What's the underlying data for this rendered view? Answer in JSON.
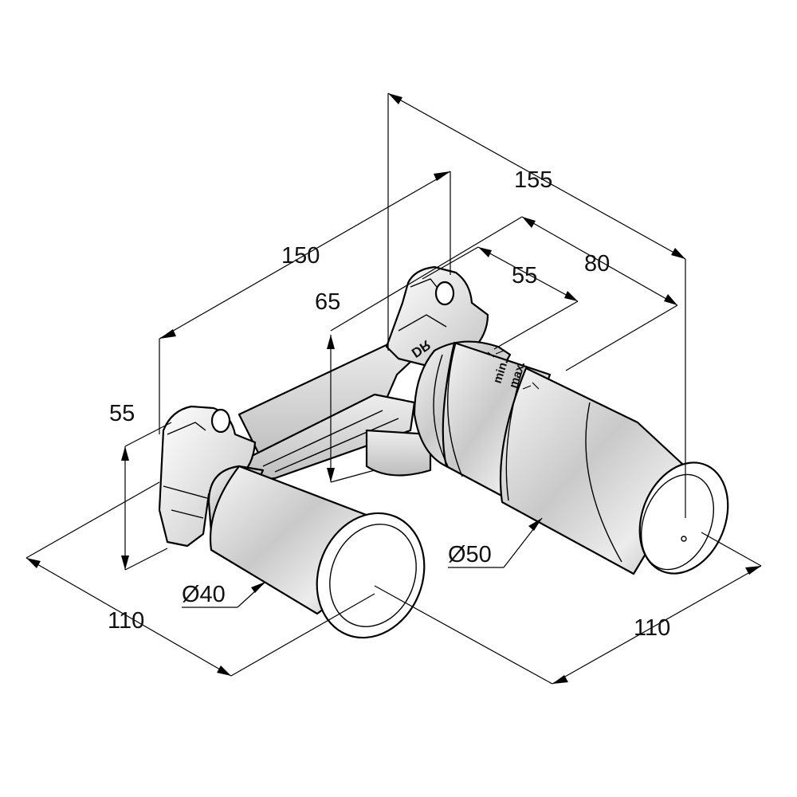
{
  "drawing": {
    "dimensions": {
      "top_155": "155",
      "top_150": "150",
      "top_80": "80",
      "top_55": "55",
      "height_65": "65",
      "height_55": "55",
      "bottom_left_110": "110",
      "bottom_right_110": "110",
      "dia_40": "Ø40",
      "dia_50": "Ø50"
    },
    "markings": {
      "min": "min.",
      "max": "max.",
      "dr": "DR"
    }
  }
}
